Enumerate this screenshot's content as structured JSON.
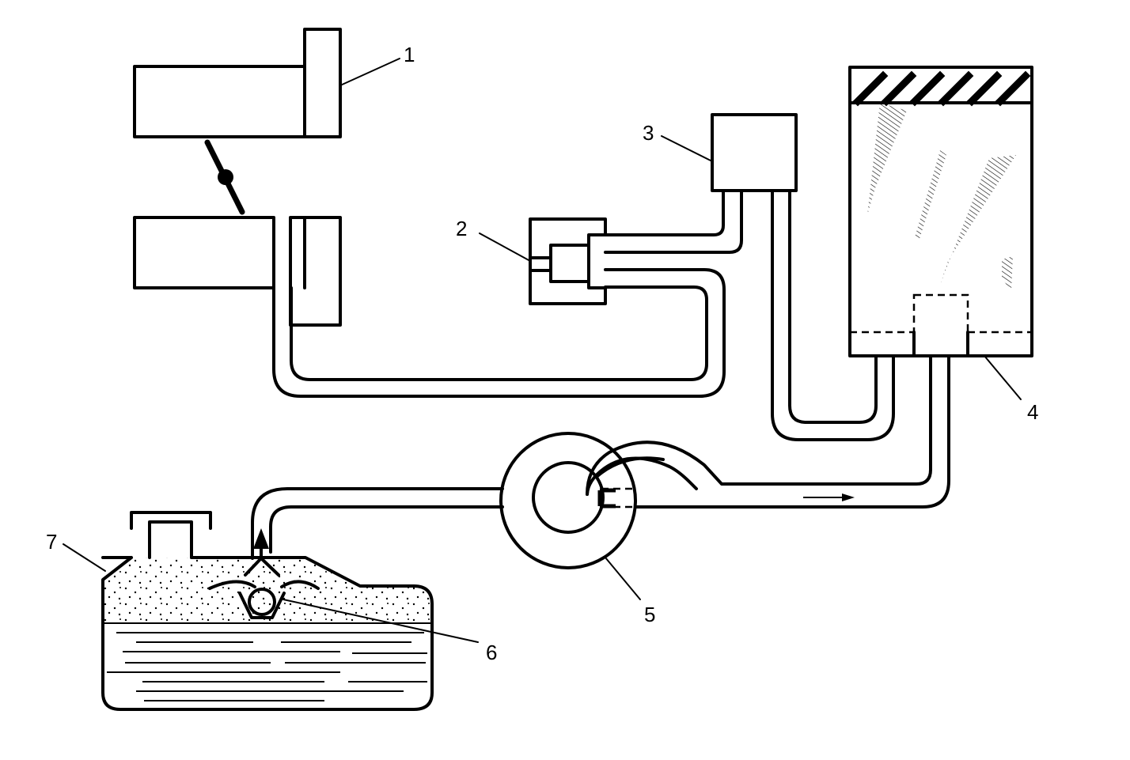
{
  "callouts": [
    "1",
    "2",
    "3",
    "4",
    "5",
    "6",
    "7"
  ],
  "flow_arrow": "→"
}
